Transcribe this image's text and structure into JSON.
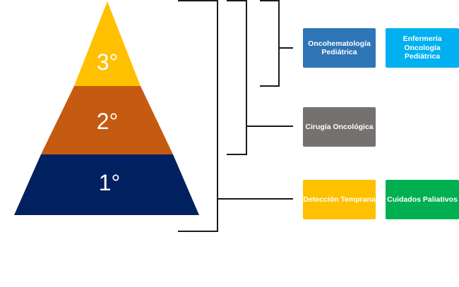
{
  "pyramid": {
    "levels": [
      {
        "label": "3°",
        "color": "#FFC000"
      },
      {
        "label": "2°",
        "color": "#C55A11"
      },
      {
        "label": "1°",
        "color": "#002060"
      }
    ]
  },
  "boxes": {
    "oncohematologia": {
      "label": "Oncohematología Pediátrica",
      "color": "#2E75B6"
    },
    "enfermeria": {
      "label": "Enfermería Oncología Pediátrica",
      "color": "#00B0F0"
    },
    "cirugia": {
      "label": "Cirugía Oncológica",
      "color": "#767171"
    },
    "deteccion": {
      "label": "Detección Temprana",
      "color": "#FFC000"
    },
    "cuidados": {
      "label": "Cuidados Paliativos",
      "color": "#00B050"
    }
  }
}
